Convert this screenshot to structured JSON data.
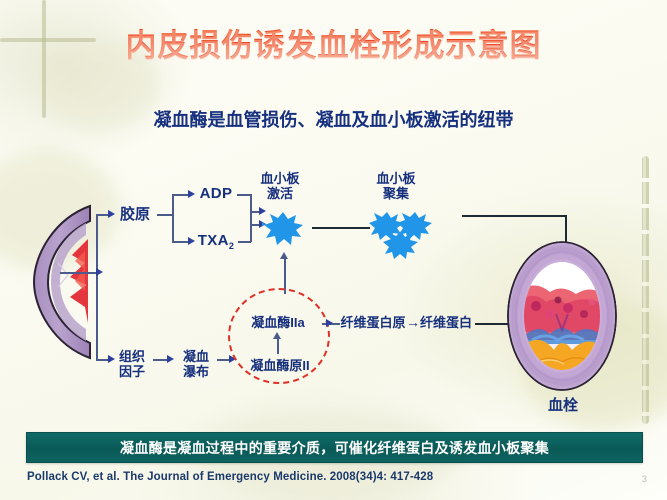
{
  "slide": {
    "title": "内皮损伤诱发血栓形成示意图",
    "subtitle": "凝血酶是血管损伤、凝血及血小板激活的纽带",
    "banner_text": "凝血酶是凝血过程中的重要介质，可催化纤维蛋白及诱发血小板聚集",
    "citation": "Pollack CV, et al. The Journal of Emergency Medicine. 2008(34)4: 417-428",
    "page_number": "3"
  },
  "diagram": {
    "collagen": "胶原",
    "adp": "ADP",
    "txa2_main": "TXA",
    "txa2_sub": "2",
    "platelet_activation_line1": "血小板",
    "platelet_activation_line2": "激活",
    "platelet_aggregation_line1": "血小板",
    "platelet_aggregation_line2": "聚集",
    "tissue_factor_line1": "组织",
    "tissue_factor_line2": "因子",
    "coag_cascade_line1": "凝血",
    "coag_cascade_line2": "瀑布",
    "thrombin_iia": "凝血酶IIa",
    "prothrombin_ii": "凝血酶原II",
    "fibrinogen": "纤维蛋白原",
    "fibrin": "纤维蛋白",
    "arrow_small": "→",
    "thrombus_label": "血栓"
  },
  "colors": {
    "title_red": "#e8401c",
    "text_navy": "#17307e",
    "banner_teal": "#0d6360",
    "platelet_blue": "#2196e8",
    "dashed_circle_red": "#e03127",
    "connector_blue": "#4a5b8c"
  }
}
